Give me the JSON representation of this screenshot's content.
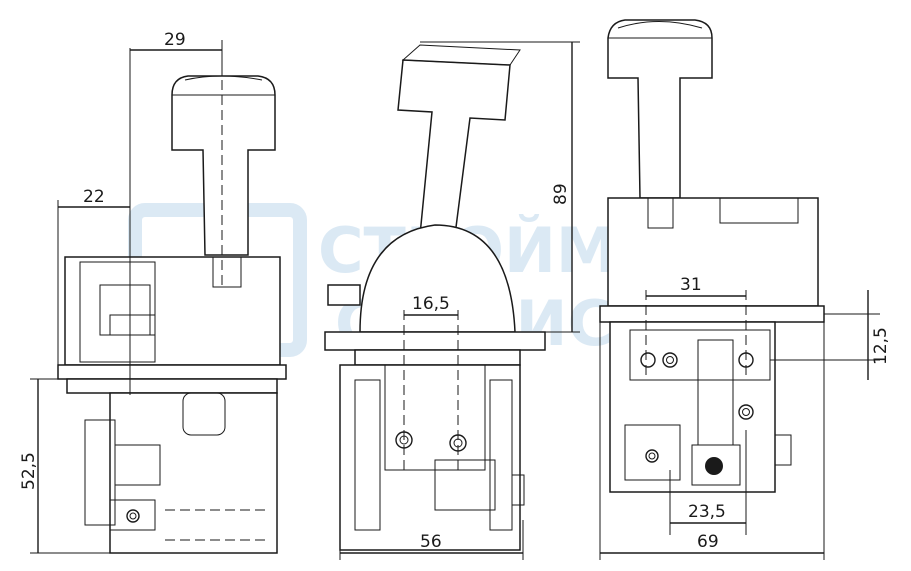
{
  "watermark": {
    "line1": "СТРОЙМАШ",
    "line2": "СЕРВИС",
    "color": "#cfe1f0"
  },
  "dimensions": {
    "left_handle_offset": "29",
    "left_body_offset": "22",
    "left_lower_height": "52,5",
    "middle_height": "89",
    "middle_hole_spacing": "16,5",
    "middle_width": "56",
    "right_hole_spacing_top": "31",
    "right_mount_height": "12,5",
    "right_hole_spacing_bottom": "23,5",
    "right_width": "69"
  },
  "colors": {
    "line": "#1a1a1a",
    "background": "#ffffff"
  }
}
